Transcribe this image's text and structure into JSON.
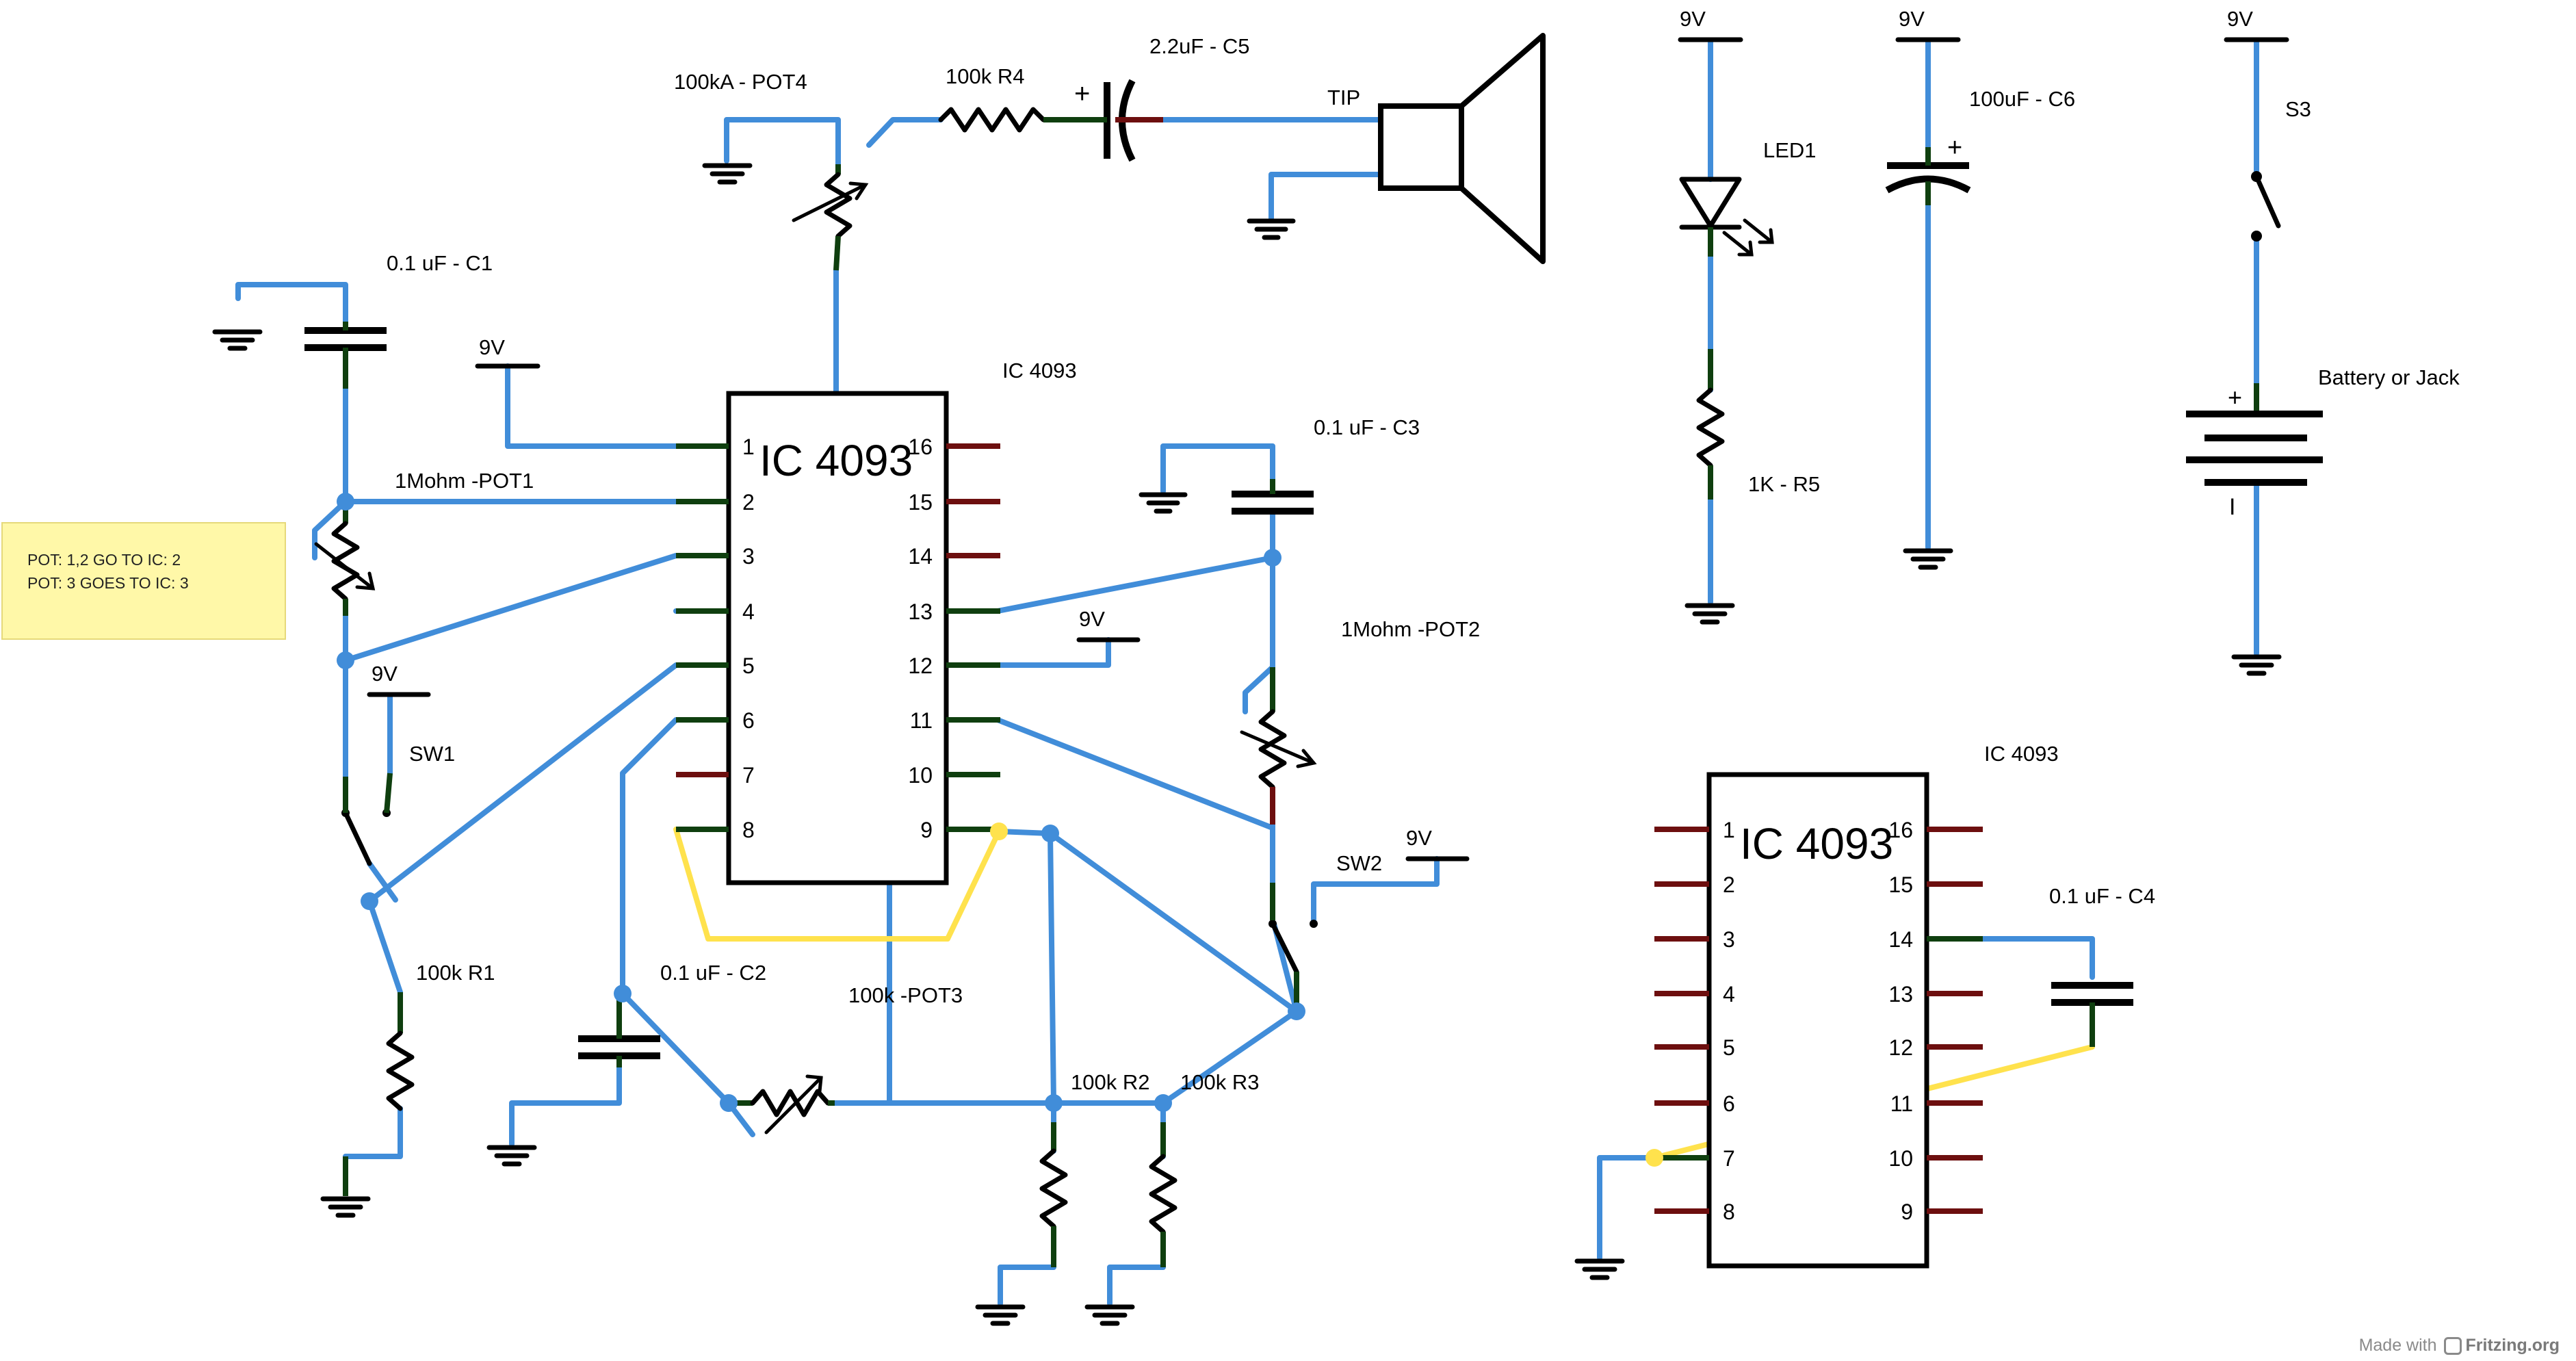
{
  "labels": {
    "pot4": "100kA - POT4",
    "r4": "100k R4",
    "c5": "2.2uF - C5",
    "tip": "TIP",
    "c1": "0.1 uF - C1",
    "vcc_ic1": "9V",
    "ic1": "IC 4093",
    "ic1_body": "IC 4093",
    "c3": "0.1 uF - C3",
    "pot1": "1Mohm -POT1",
    "vcc_sw1": "9V",
    "sw1": "SW1",
    "vcc_pin12": "9V",
    "pot2": "1Mohm -POT2",
    "sw2": "SW2",
    "vcc_sw2": "9V",
    "r1": "100k R1",
    "c2": "0.1 uF - C2",
    "pot3": "100k -POT3",
    "r2": "100k R2",
    "r3": "100k R3",
    "vcc_led": "9V",
    "led1": "LED1",
    "r5": "1K - R5",
    "vcc_c6": "9V",
    "c6": "100uF - C6",
    "c6_plus": "+",
    "vcc_batt": "9V",
    "s3": "S3",
    "battery": "Battery or Jack",
    "batt_plus": "+",
    "batt_minus": "I",
    "c5_plus": "+",
    "ic2": "IC 4093",
    "ic2_body": "IC 4093",
    "c4": "0.1 uF - C4"
  },
  "ic1_pins": {
    "p1": "1",
    "p2": "2",
    "p3": "3",
    "p4": "4",
    "p5": "5",
    "p6": "6",
    "p7": "7",
    "p8": "8",
    "p9": "9",
    "p10": "10",
    "p11": "11",
    "p12": "12",
    "p13": "13",
    "p14": "14",
    "p15": "15",
    "p16": "16"
  },
  "ic2_pins": {
    "p1": "1",
    "p2": "2",
    "p3": "3",
    "p4": "4",
    "p5": "5",
    "p6": "6",
    "p7": "7",
    "p8": "8",
    "p9": "9",
    "p10": "10",
    "p11": "11",
    "p12": "12",
    "p13": "13",
    "p14": "14",
    "p15": "15",
    "p16": "16"
  },
  "note": {
    "line1": "POT: 1,2 GO TO IC: 2",
    "line2": "POT: 3 GOES TO IC: 3"
  },
  "credit": {
    "made_with": "Made with",
    "brand": "Fritzing.org"
  },
  "colors": {
    "wire": "#418dd9",
    "highlight_wire": "#ffe24d",
    "connected_leg": "#0f3f0f",
    "unconnected_pin": "#6d0f0f",
    "note_background": "#fff8a8"
  },
  "icons": {
    "credit_logo": "fritzing-logo-icon"
  }
}
